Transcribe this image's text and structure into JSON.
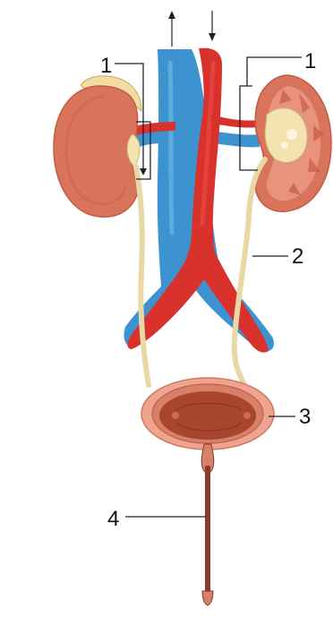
{
  "diagram": {
    "labels": [
      {
        "id": "left-kidney-bracket",
        "text": "1"
      },
      {
        "id": "right-kidney-bracket",
        "text": "1"
      },
      {
        "id": "ureter",
        "text": "2"
      },
      {
        "id": "bladder",
        "text": "3"
      },
      {
        "id": "urethra",
        "text": "4"
      }
    ]
  },
  "colors": {
    "vein": "#3d93cf",
    "vein_light": "#74bde6",
    "artery": "#d9322c",
    "artery_light": "#f0514a",
    "kidney": "#d9745c",
    "kidney_dark": "#c55a43",
    "cortex": "#e9937e",
    "pelvis": "#f2e3b0",
    "adrenal": "#f1dca1",
    "ureter": "#e8d8a4",
    "bladder_outer": "#f0a38e",
    "bladder_wall": "#d8806a",
    "bladder_inner": "#a8452d",
    "urethra": "#8b3b2a"
  }
}
